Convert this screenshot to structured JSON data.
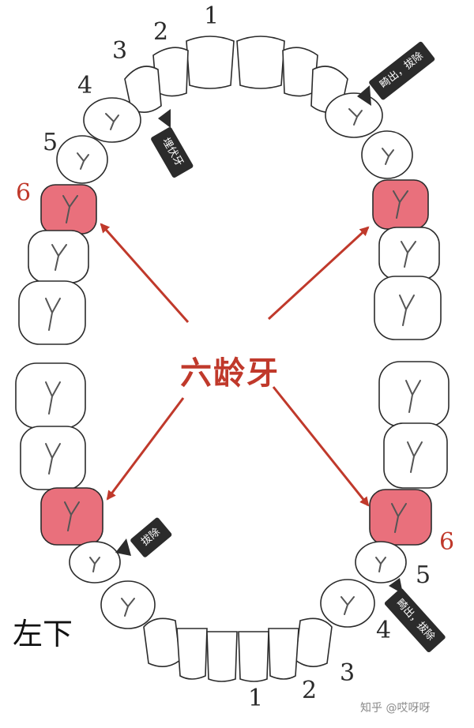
{
  "labels": {
    "center": "六龄牙",
    "quadrant": "左下",
    "watermark": "知乎 @哎呀呀"
  },
  "tags": {
    "upper_left": "埋伏牙",
    "upper_right": "畸出，拔除",
    "lower_left": "拔除",
    "lower_right": "畸出，拔除"
  },
  "numbers": {
    "u1": "1",
    "u2": "2",
    "u3": "3",
    "u4": "4",
    "u5": "5",
    "u6": "6",
    "l1": "1",
    "l2": "2",
    "l3": "3",
    "l4": "4",
    "l5": "5",
    "l6": "6"
  },
  "colors": {
    "highlight": "#e9707c",
    "accent_red": "#c0392b",
    "outline": "#2b2b2b",
    "tag_bg": "#2b2b2b"
  }
}
